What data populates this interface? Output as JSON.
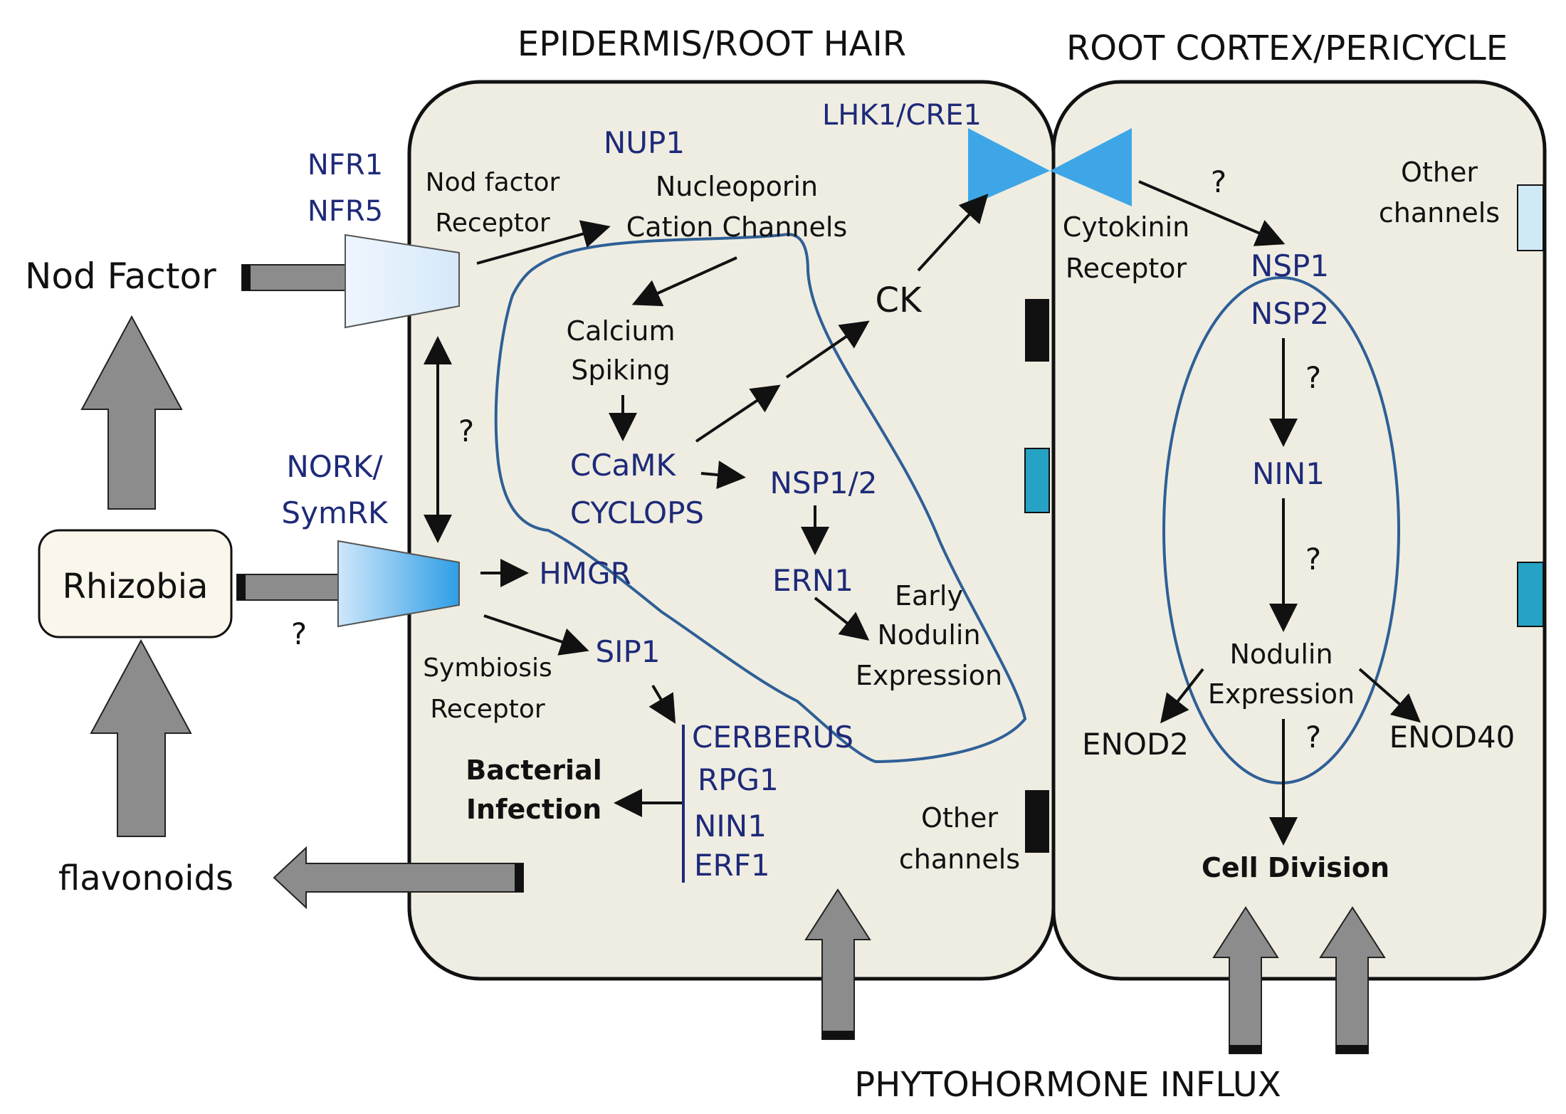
{
  "headers": {
    "epidermis": "EPIDERMIS/ROOT HAIR",
    "cortex": "ROOT CORTEX/PERICYCLE",
    "influx": "PHYTOHORMONE INFLUX"
  },
  "outside": {
    "nod_factor": "Nod Factor",
    "rhizobia": "Rhizobia",
    "flavonoids": "flavonoids",
    "question": "?"
  },
  "receptors": {
    "nfr1": "NFR1",
    "nfr5": "NFR5",
    "nod_receptor_line1": "Nod factor",
    "nod_receptor_line2": "Receptor",
    "nork": "NORK/",
    "symrk": "SymRK",
    "symbiosis_line1": "Symbiosis",
    "symbiosis_line2": "Receptor",
    "question_between": "?"
  },
  "epidermis": {
    "nup1": "NUP1",
    "nucleoporin": "Nucleoporin",
    "cation_channels": "Cation Channels",
    "calcium": "Calcium",
    "spiking": "Spiking",
    "ccamk": "CCaMK",
    "cyclops": "CYCLOPS",
    "nsp12": "NSP1/2",
    "ern1": "ERN1",
    "early": "Early",
    "nodulin": "Nodulin",
    "expression": "Expression",
    "ck": "CK",
    "lhk1": "LHK1/CRE1",
    "hmgr": "HMGR",
    "sip1": "SIP1",
    "cerberus": "CERBERUS",
    "rpg1": "RPG1",
    "nin1": "NIN1",
    "erf1": "ERF1",
    "bacterial": "Bacterial",
    "infection": "Infection",
    "other1": "Other",
    "channels1": "channels"
  },
  "cortex": {
    "cytokinin": "Cytokinin",
    "receptor": "Receptor",
    "q1": "?",
    "nsp1": "NSP1",
    "nsp2": "NSP2",
    "q2": "?",
    "nin1": "NIN1",
    "q3": "?",
    "nodulin": "Nodulin",
    "expression": "Expression",
    "q4": "?",
    "enod2": "ENOD2",
    "enod40": "ENOD40",
    "cell_division": "Cell Division",
    "other": "Other",
    "channels": "channels"
  },
  "colors": {
    "cell_fill": "#efede2",
    "arrow_fill": "#8c8c8c",
    "label_blue": "#1e2a78",
    "outline_blue": "#2f5f96",
    "receptor_blue": "#3ea6e6",
    "channel_teal": "#26a3c4"
  }
}
